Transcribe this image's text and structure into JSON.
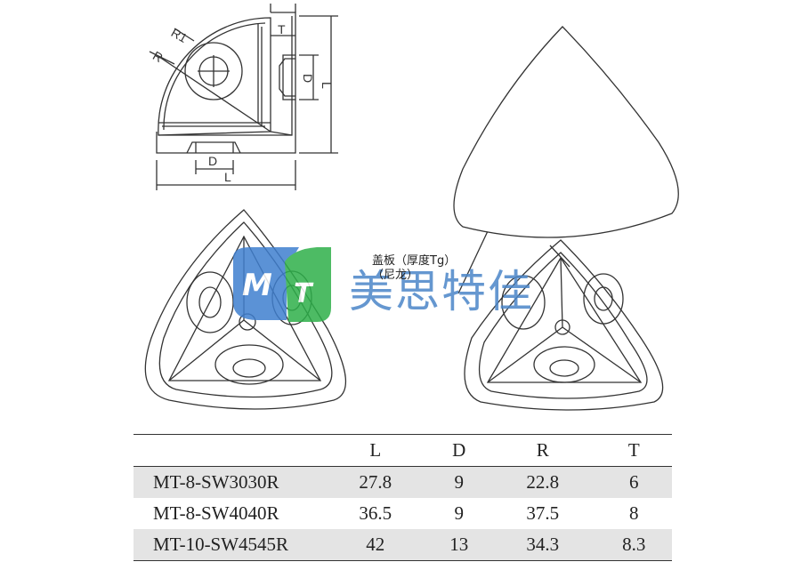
{
  "drawing": {
    "labels": {
      "r1": "R1",
      "r": "R",
      "t": "T",
      "d_side": "D",
      "l_side": "L",
      "d_bottom": "D",
      "l_bottom": "L"
    },
    "callout_line1": "盖板（厚度Tg）",
    "callout_line2": "（尼龙）"
  },
  "watermark": {
    "logo_letters": [
      "M",
      "T"
    ],
    "brand_text": "美思特佳",
    "colors": {
      "blue": "#3f7fcf",
      "green": "#2eb04a"
    }
  },
  "table": {
    "headers": [
      "",
      "L",
      "D",
      "R",
      "T"
    ],
    "rows": [
      [
        "MT-8-SW3030R",
        "27.8",
        "9",
        "22.8",
        "6"
      ],
      [
        "MT-8-SW4040R",
        "36.5",
        "9",
        "37.5",
        "8"
      ],
      [
        "MT-10-SW4545R",
        "42",
        "13",
        "34.3",
        "8.3"
      ]
    ]
  }
}
